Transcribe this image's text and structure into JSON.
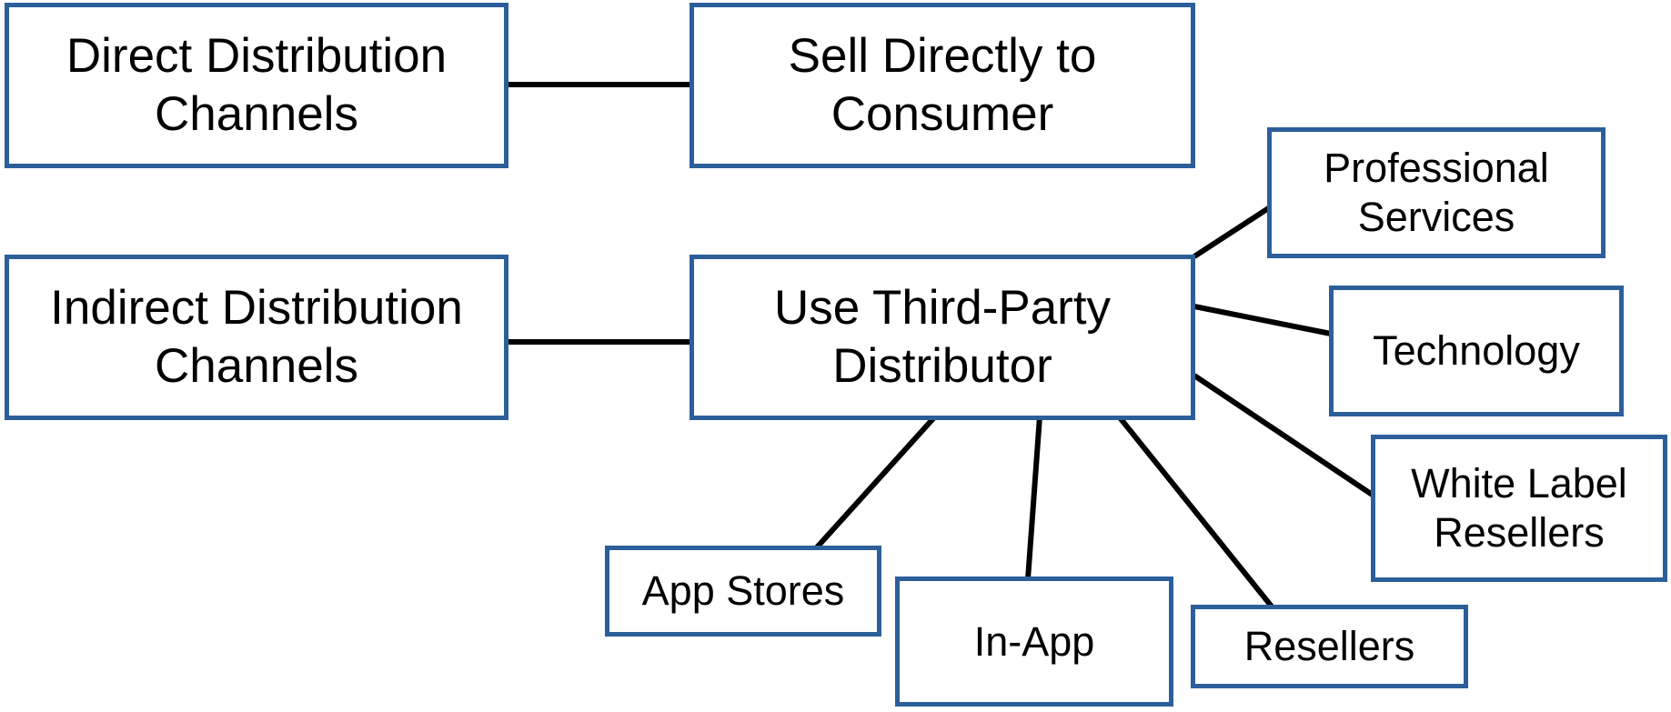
{
  "nodes": {
    "direct_channels": "Direct Distribution\nChannels",
    "sell_direct": "Sell Directly to\nConsumer",
    "indirect_channels": "Indirect Distribution\nChannels",
    "third_party": "Use Third-Party\nDistributor",
    "professional_services": "Professional\nServices",
    "technology": "Technology",
    "white_label": "White Label\nResellers",
    "app_stores": "App Stores",
    "in_app": "In-App",
    "resellers": "Resellers"
  },
  "colors": {
    "box_border": "#2c5f9a",
    "connector": "#000000",
    "text": "#000000",
    "background": "#ffffff"
  }
}
